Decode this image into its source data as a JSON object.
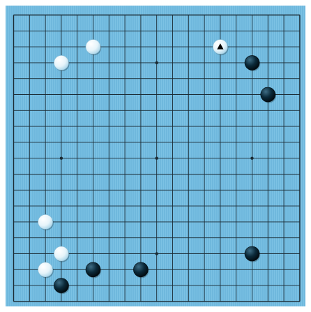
{
  "board": {
    "size": 19,
    "background_color": "#6fb8dd",
    "line_color": "#1a2a33",
    "hoshi": [
      [
        3,
        3
      ],
      [
        9,
        3
      ],
      [
        15,
        3
      ],
      [
        3,
        9
      ],
      [
        9,
        9
      ],
      [
        15,
        9
      ],
      [
        3,
        15
      ],
      [
        9,
        15
      ],
      [
        15,
        15
      ]
    ]
  },
  "stones": [
    {
      "color": "white",
      "col": 5,
      "row": 2
    },
    {
      "color": "white",
      "col": 3,
      "row": 3
    },
    {
      "color": "white",
      "col": 13,
      "row": 2,
      "last_move": true
    },
    {
      "color": "black",
      "col": 15,
      "row": 3
    },
    {
      "color": "black",
      "col": 16,
      "row": 5
    },
    {
      "color": "white",
      "col": 2,
      "row": 13
    },
    {
      "color": "white",
      "col": 3,
      "row": 15
    },
    {
      "color": "white",
      "col": 2,
      "row": 16
    },
    {
      "color": "black",
      "col": 5,
      "row": 16
    },
    {
      "color": "black",
      "col": 8,
      "row": 16
    },
    {
      "color": "black",
      "col": 3,
      "row": 17
    },
    {
      "color": "black",
      "col": 15,
      "row": 15
    }
  ],
  "colors": {
    "black_stone": "#0b2a3a",
    "white_stone": "#eaf6fb",
    "last_move_marker": "#000000"
  }
}
